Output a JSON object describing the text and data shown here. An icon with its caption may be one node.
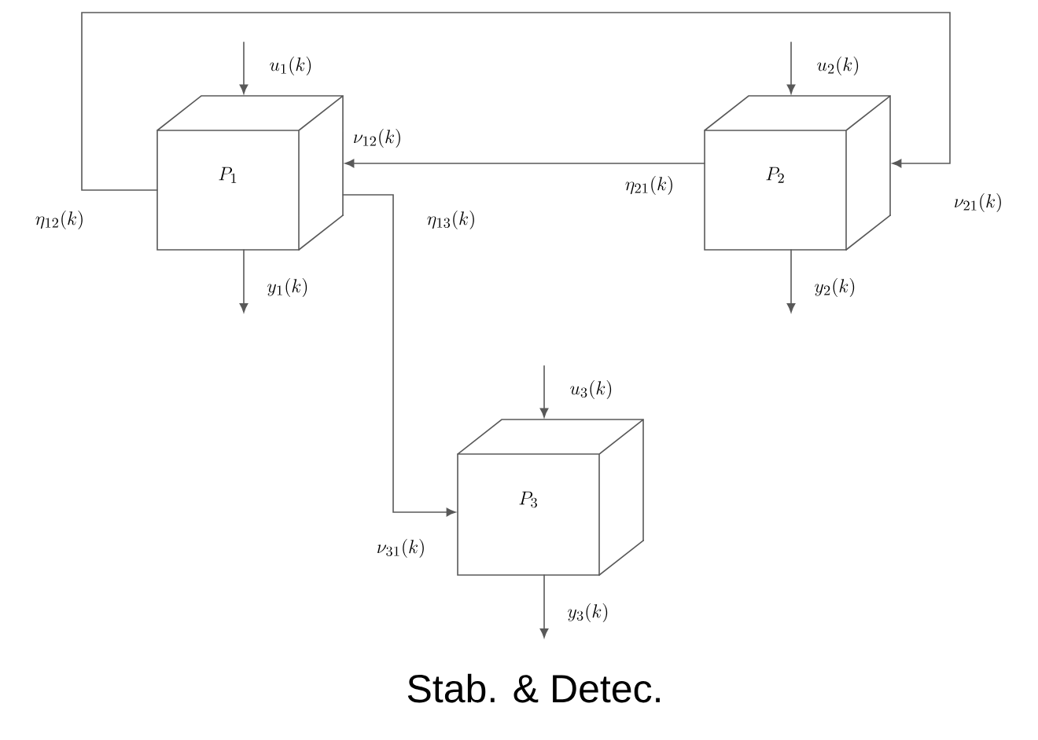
{
  "diagram": {
    "caption": "Stab. & Detec.",
    "labels": [
      "\\nu_{21}(k)",
      "\\eta_{12}(k)",
      "\\eta_{13}(k)"
    ],
    "nodes": [
      {
        "text": [
          "P_1"
        ],
        "beside": [
          "\\nu_{12}(k)"
        ]
      },
      {
        "text": [
          "P_2"
        ],
        "beside": [
          "\\eta_{21}(k)"
        ]
      },
      {
        "text": [
          "P_3"
        ],
        "beside": [
          "\\nu_{31}(k)"
        ]
      }
    ],
    "edges": [
      {
        "from": null,
        "to": 0,
        "arrow": "to",
        "label": "u_1(k)"
      },
      {
        "from": 0,
        "to": null,
        "arrow": "to",
        "label": "y_1(k)"
      },
      {
        "from": null,
        "to": 1,
        "arrow": "to",
        "label": "u_2(k)"
      },
      {
        "from": 1,
        "to": null,
        "arrow": "to",
        "label": "y_2(k)"
      },
      {
        "from": null,
        "to": 2,
        "arrow": "to",
        "label": "u_3(k)"
      },
      {
        "from": 2,
        "to": null,
        "arrow": "to",
        "label": "y_3(k)"
      },
      {
        "from": 0,
        "to": 1,
        "arrow": "to"
      },
      {
        "from": 1,
        "to": 0,
        "arrow": "to"
      },
      {
        "from": 0,
        "to": 2,
        "arrow": "to"
      }
    ]
  }
}
